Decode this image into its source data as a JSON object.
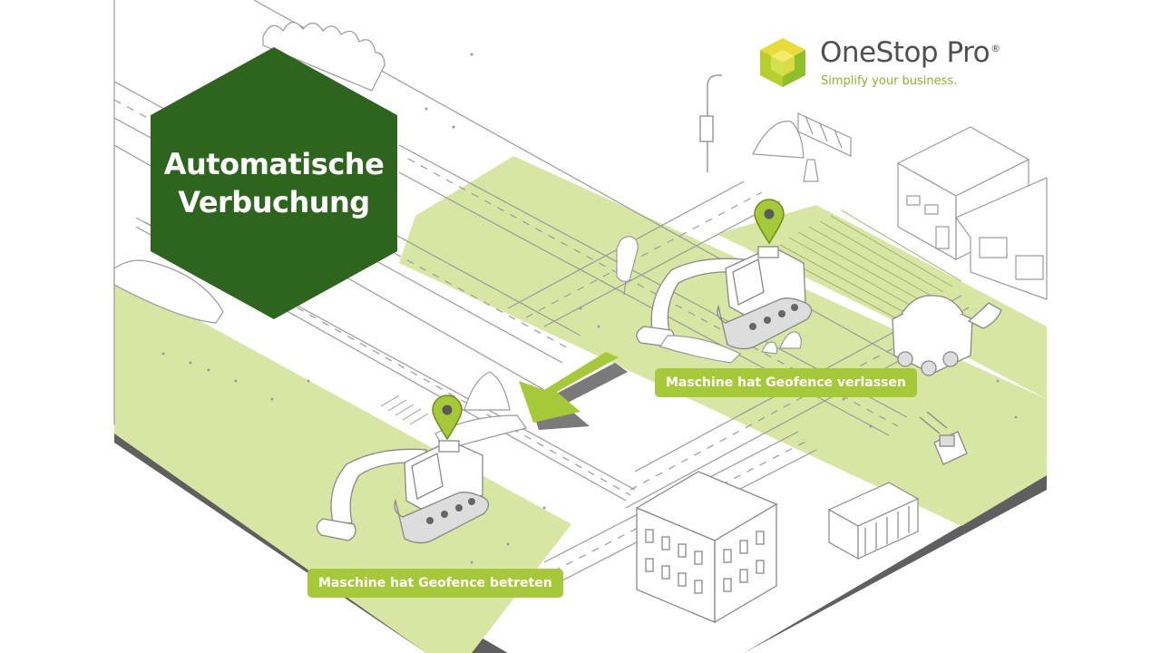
{
  "title": {
    "line1": "Automatische",
    "line2": "Verbuchung"
  },
  "logo": {
    "name": "OneStop Pro",
    "registered": "®",
    "tagline": "Simplify your business."
  },
  "labels": {
    "geofence_left": "Maschine hat Geofence verlassen",
    "geofence_entered": "Maschine hat Geofence betreten"
  },
  "icons": {
    "location_pin": "location-pin-icon",
    "arrow": "arrow-left-icon",
    "logo_cube": "cube-logo-icon"
  },
  "colors": {
    "hexagon": "#2d651e",
    "accent": "#a6c93a",
    "ground": "#d8e6a4",
    "line": "#9a9a9a",
    "base_edge": "#5f5f5f",
    "logo_text": "#505050",
    "tagline": "#8cb52b"
  }
}
